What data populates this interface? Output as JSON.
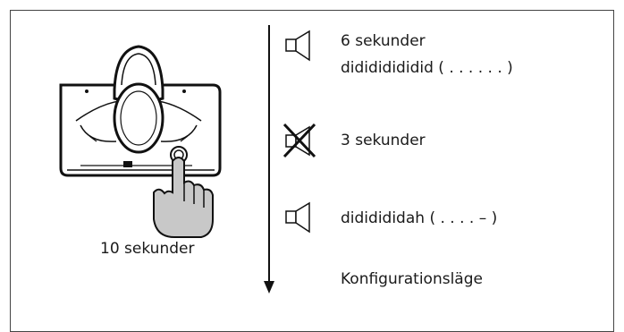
{
  "device": {
    "caption": "10 sekunder",
    "icons": [
      "alarm-device",
      "pointing-hand"
    ]
  },
  "sequence": [
    {
      "icon": "speaker-icon",
      "line1": "6 sekunder",
      "line2": "didididididid ( . . . . . . )"
    },
    {
      "icon": "speaker-muted-icon",
      "line1": "3 sekunder"
    },
    {
      "icon": "speaker-icon",
      "line1": "dididididah ( . . . . – )"
    },
    {
      "line1": "Konfigurationsläge"
    }
  ]
}
